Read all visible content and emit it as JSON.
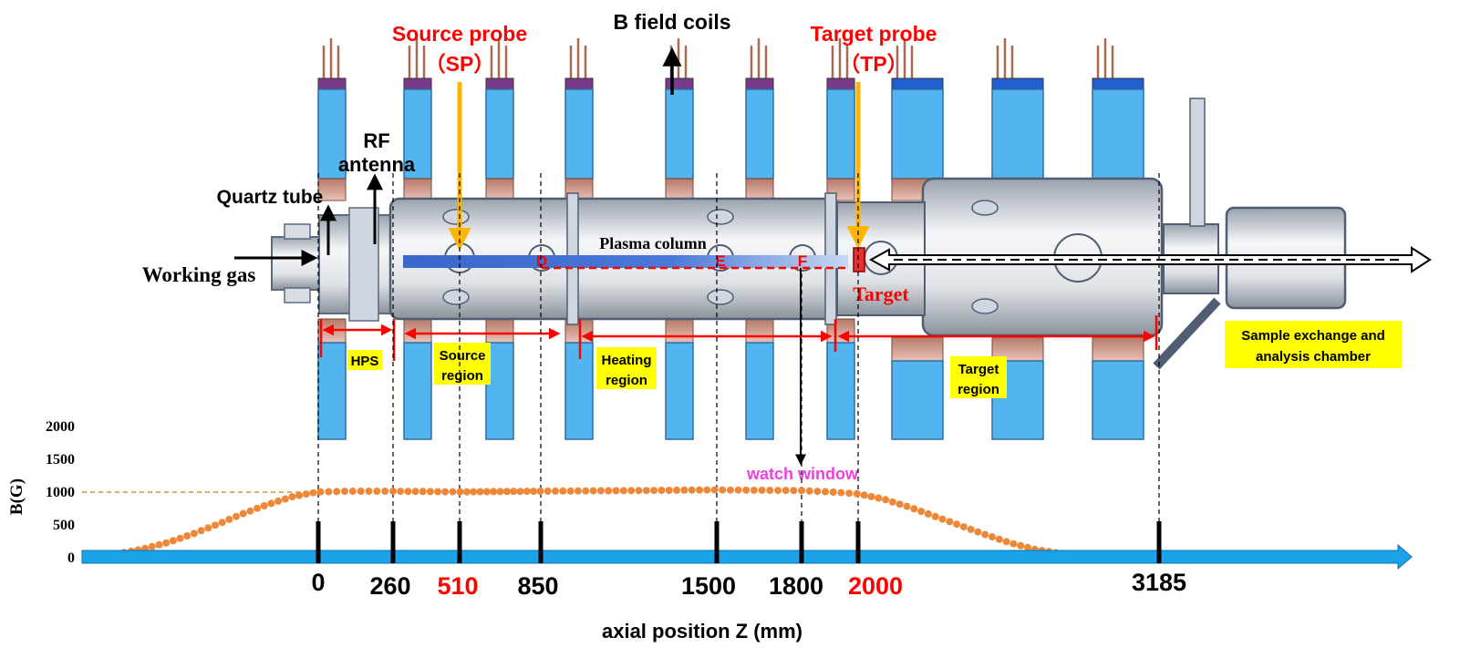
{
  "labels": {
    "source_probe": "Source probe",
    "source_probe_abbr": "（SP）",
    "b_field_coils": "B field coils",
    "target_probe": "Target probe",
    "target_probe_abbr": "（TP）",
    "rf": "RF",
    "antenna": "antenna",
    "quartz_tube": "Quartz tube",
    "working_gas": "Working gas",
    "plasma_column": "Plasma column",
    "target": "Target",
    "point_d": "D",
    "point_e": "E",
    "point_f": "F",
    "hps": "HPS",
    "source_region_1": "Source",
    "source_region_2": "region",
    "heating_region_1": "Heating",
    "heating_region_2": "region",
    "target_region_1": "Target",
    "target_region_2": "region",
    "sample_chamber_1": "Sample exchange and",
    "sample_chamber_2": "analysis chamber",
    "watch_window": "watch window",
    "b_axis_label": "B(G)",
    "x_axis_label": "axial position  Z  (mm)"
  },
  "b_ticks": [
    "2000",
    "1500",
    "1000",
    "500",
    "0"
  ],
  "positions": [
    {
      "label": "0",
      "z": 0,
      "highlight": false
    },
    {
      "label": "260",
      "z": 260,
      "highlight": false
    },
    {
      "label": "510",
      "z": 510,
      "highlight": true
    },
    {
      "label": "850",
      "z": 850,
      "highlight": false
    },
    {
      "label": "1500",
      "z": 1500,
      "highlight": false
    },
    {
      "label": "1800",
      "z": 1800,
      "highlight": false
    },
    {
      "label": "2000",
      "z": 2000,
      "highlight": true
    },
    {
      "label": "3185",
      "z": 3185,
      "highlight": false
    }
  ],
  "colors": {
    "coil_blue": "#52b5f0",
    "coil_copper": "#b07060",
    "flange_purple": "#7a3a8a",
    "flange_blue": "#1f5fd0",
    "probe_orange": "#ffb400",
    "label_red": "#ff0000",
    "highlight_yellow": "#ffff00",
    "curve_orange": "#ee8838",
    "axis_blue": "#1aa3e8",
    "watch_magenta": "#ee3fdf"
  },
  "chart_data": {
    "type": "scatter",
    "title": "",
    "xlabel": "axial position  Z  (mm)",
    "ylabel": "B(G)",
    "ylim": [
      0,
      2000
    ],
    "reference_line": 1000,
    "points": [
      [
        -1000,
        10
      ],
      [
        -900,
        20
      ],
      [
        -800,
        50
      ],
      [
        -700,
        120
      ],
      [
        -600,
        220
      ],
      [
        -500,
        350
      ],
      [
        -400,
        500
      ],
      [
        -300,
        660
      ],
      [
        -200,
        800
      ],
      [
        -100,
        920
      ],
      [
        0,
        990
      ],
      [
        100,
        1000
      ],
      [
        260,
        1000
      ],
      [
        510,
        990
      ],
      [
        850,
        1000
      ],
      [
        1200,
        1010
      ],
      [
        1500,
        1020
      ],
      [
        1800,
        1010
      ],
      [
        1900,
        990
      ],
      [
        2000,
        960
      ],
      [
        2100,
        880
      ],
      [
        2200,
        760
      ],
      [
        2300,
        620
      ],
      [
        2400,
        480
      ],
      [
        2500,
        340
      ],
      [
        2600,
        210
      ],
      [
        2700,
        110
      ],
      [
        2800,
        50
      ],
      [
        2900,
        20
      ],
      [
        3000,
        10
      ],
      [
        3100,
        5
      ],
      [
        3185,
        0
      ]
    ]
  }
}
